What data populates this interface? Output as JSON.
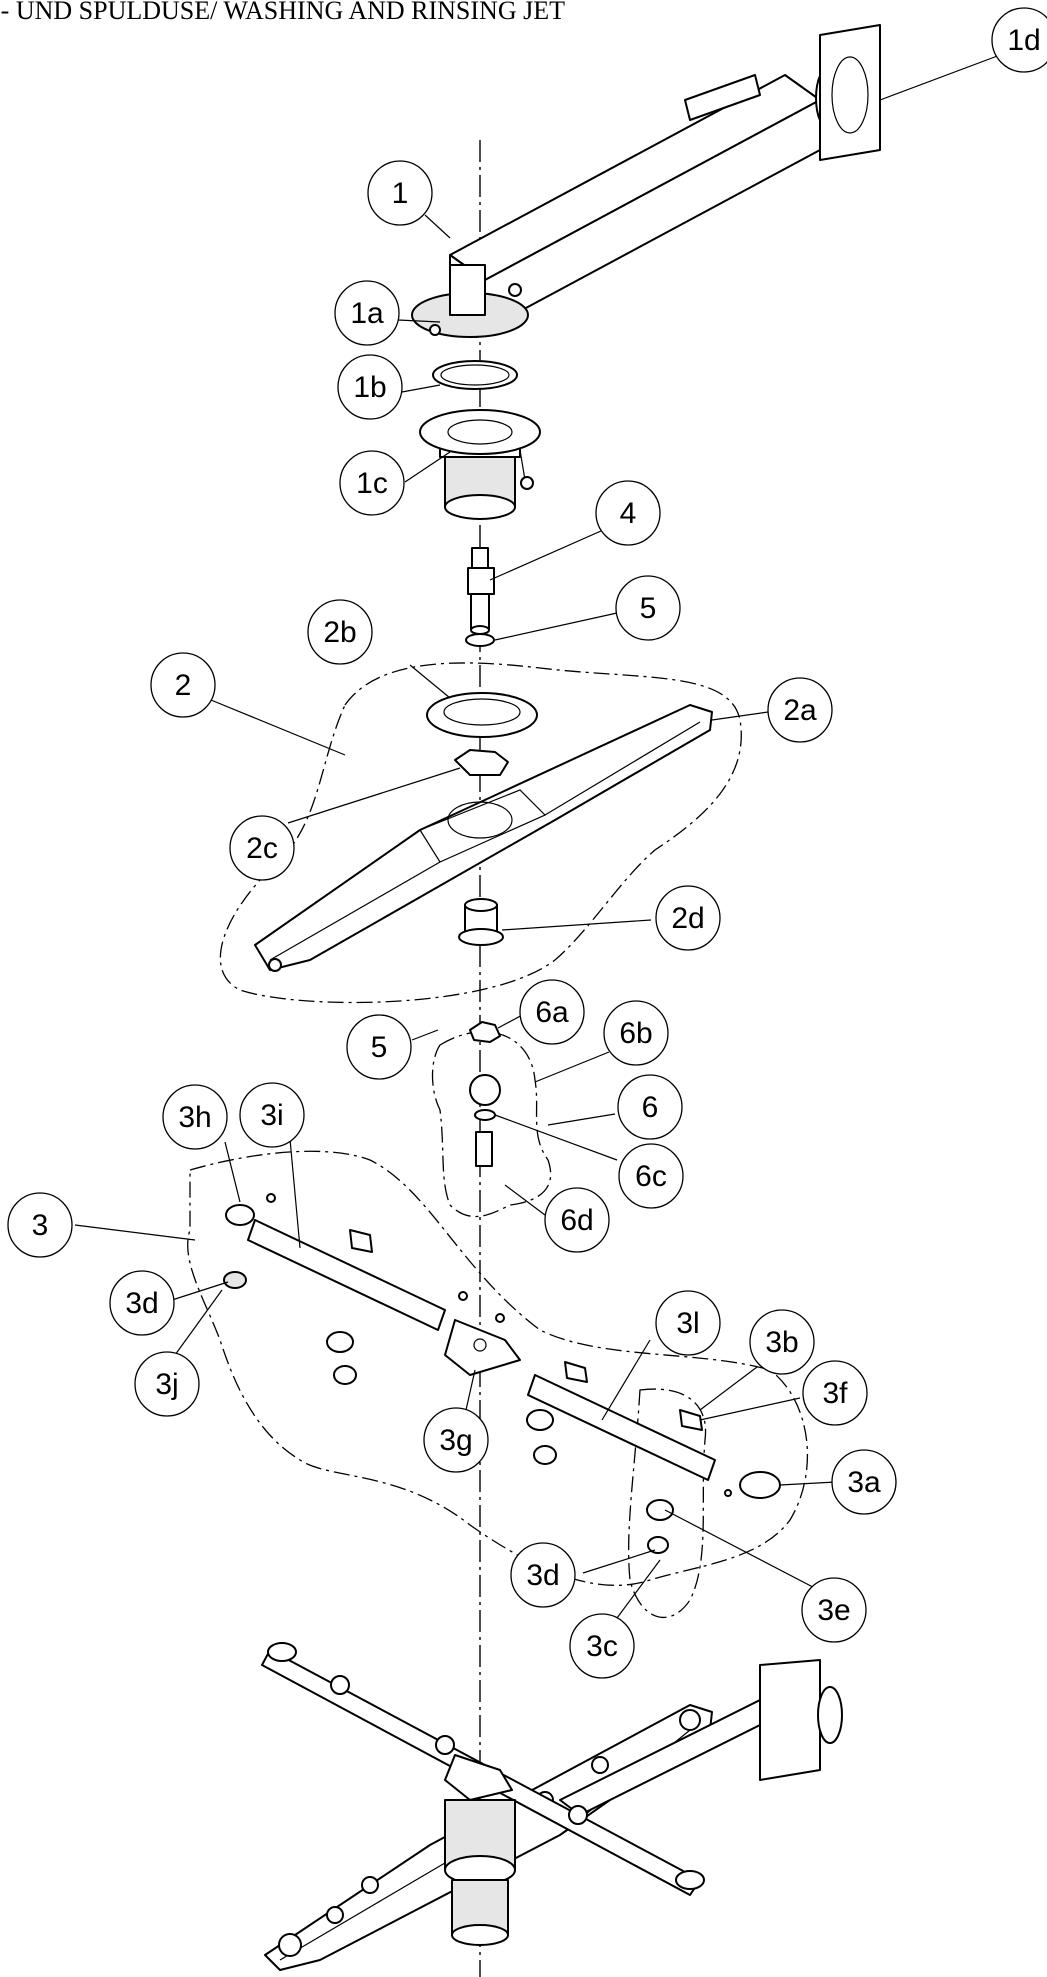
{
  "title": "I- UND SPULDUSE/ WASHING AND RINSING JET",
  "callouts": [
    {
      "id": "1"
    },
    {
      "id": "1a"
    },
    {
      "id": "1b"
    },
    {
      "id": "1c"
    },
    {
      "id": "1d"
    },
    {
      "id": "2"
    },
    {
      "id": "2a"
    },
    {
      "id": "2b"
    },
    {
      "id": "2c"
    },
    {
      "id": "2d"
    },
    {
      "id": "3"
    },
    {
      "id": "3a"
    },
    {
      "id": "3b"
    },
    {
      "id": "3c"
    },
    {
      "id": "3d"
    },
    {
      "id": "3d"
    },
    {
      "id": "3e"
    },
    {
      "id": "3f"
    },
    {
      "id": "3g"
    },
    {
      "id": "3h"
    },
    {
      "id": "3i"
    },
    {
      "id": "3j"
    },
    {
      "id": "3l"
    },
    {
      "id": "4"
    },
    {
      "id": "5"
    },
    {
      "id": "5"
    },
    {
      "id": "6"
    },
    {
      "id": "6a"
    },
    {
      "id": "6b"
    },
    {
      "id": "6c"
    },
    {
      "id": "6d"
    }
  ]
}
